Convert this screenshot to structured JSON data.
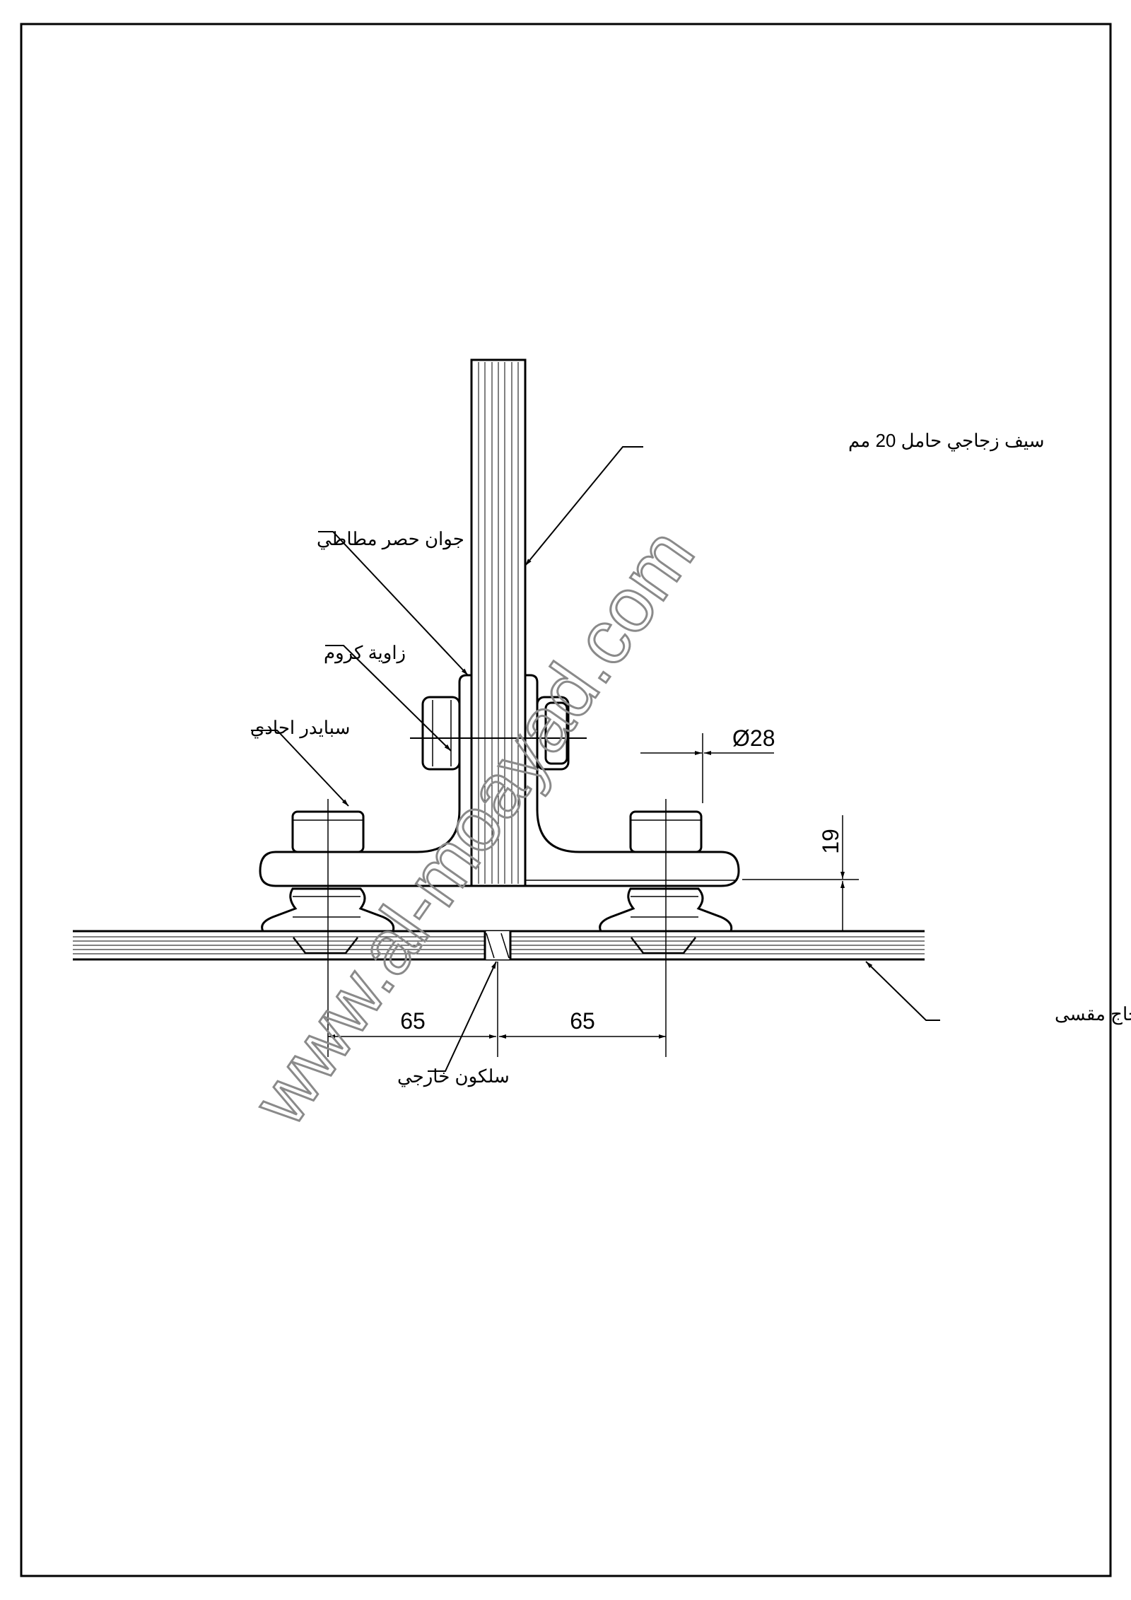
{
  "labels": {
    "glass_fin": "سيف زجاجي حامل 20 مم",
    "rubber_gasket": "جوان حصر مطاطي",
    "chrome_angle": "زاوية كروم",
    "single_spider": "سبايدر احادي",
    "tempered_glass": "زجاج مقسى",
    "external_silicone": "سلكون خارجي"
  },
  "dimensions": {
    "bolt_diameter": "Ø28",
    "fitting_height": "19",
    "spacing_left": "65",
    "spacing_right": "65"
  },
  "watermark": "www.al-moayad.com",
  "colors": {
    "line": "#000000",
    "watermark": "#8a8a8a"
  }
}
